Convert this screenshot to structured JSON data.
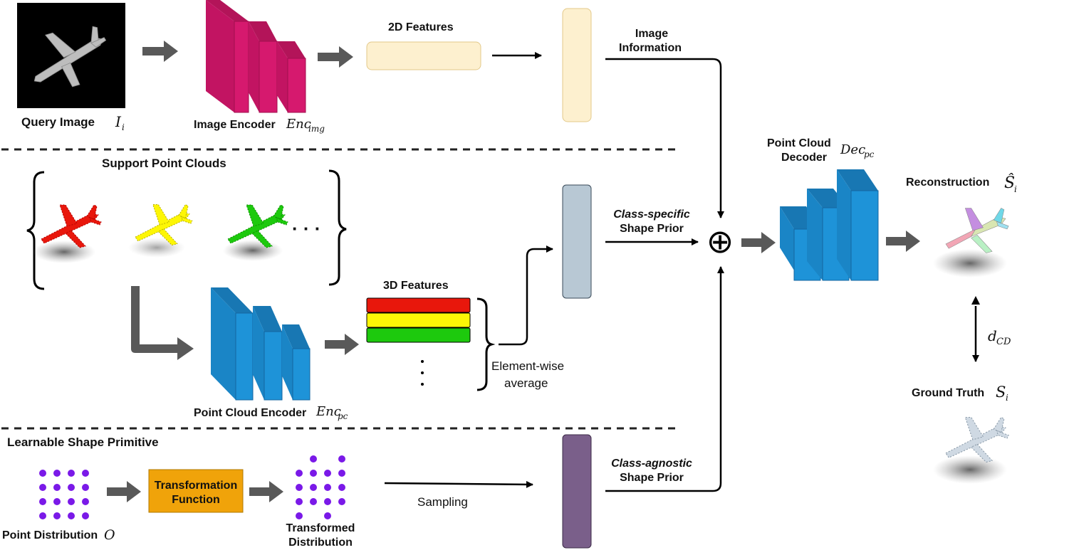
{
  "sections": {
    "top": {
      "query_image_label": "Query Image",
      "query_image_symbol": "I",
      "query_image_sub": "i",
      "image_encoder_label": "Image Encoder",
      "image_encoder_symbol": "Enc",
      "image_encoder_sub": "img",
      "features_2d_label": "2D Features",
      "image_information_line1": "Image",
      "image_information_line2": "Information"
    },
    "middle": {
      "support_label": "Support Point Clouds",
      "ellipsis": "· · ·",
      "point_cloud_encoder_label": "Point Cloud Encoder",
      "point_cloud_encoder_symbol": "Enc",
      "point_cloud_encoder_sub": "pc",
      "features_3d_label": "3D Features",
      "features_3d_colors": [
        "#e8170c",
        "#fdf606",
        "#1dc90d"
      ],
      "elementwise_line1": "Element-wise",
      "elementwise_line2": "average",
      "class_specific_line1": "Class-specific",
      "class_specific_line2": "Shape Prior"
    },
    "bottom": {
      "primitive_label": "Learnable Shape Primitive",
      "point_distribution_label": "Point Distribution",
      "point_distribution_symbol": "O",
      "transformation_line1": "Transformation",
      "transformation_line2": "Function",
      "transformed_line1": "Transformed",
      "transformed_line2": "Distribution",
      "sampling_label": "Sampling",
      "class_agnostic_line1": "Class-agnostic",
      "class_agnostic_line2": "Shape Prior"
    },
    "right": {
      "decoder_line1": "Point Cloud",
      "decoder_line2": "Decoder",
      "decoder_symbol": "Dec",
      "decoder_sub": "pc",
      "reconstruction_label": "Reconstruction",
      "reconstruction_symbol": "Ŝ",
      "reconstruction_sub": "i",
      "distance_symbol": "d",
      "distance_sub": "CD",
      "ground_truth_label": "Ground Truth",
      "ground_truth_symbol": "S",
      "ground_truth_sub": "i",
      "plus_symbol": "⊕"
    }
  },
  "colors": {
    "image_encoder": "#d6196e",
    "pc_encoder": "#1e93d8",
    "features_2d": "#fdf0cf",
    "class_specific_prior": "#b8c8d4",
    "class_agnostic_prior": "#7a5f8a",
    "transform_box": "#f0a30a",
    "dots": "#7a19e8",
    "gray_arrow": "#595959"
  }
}
